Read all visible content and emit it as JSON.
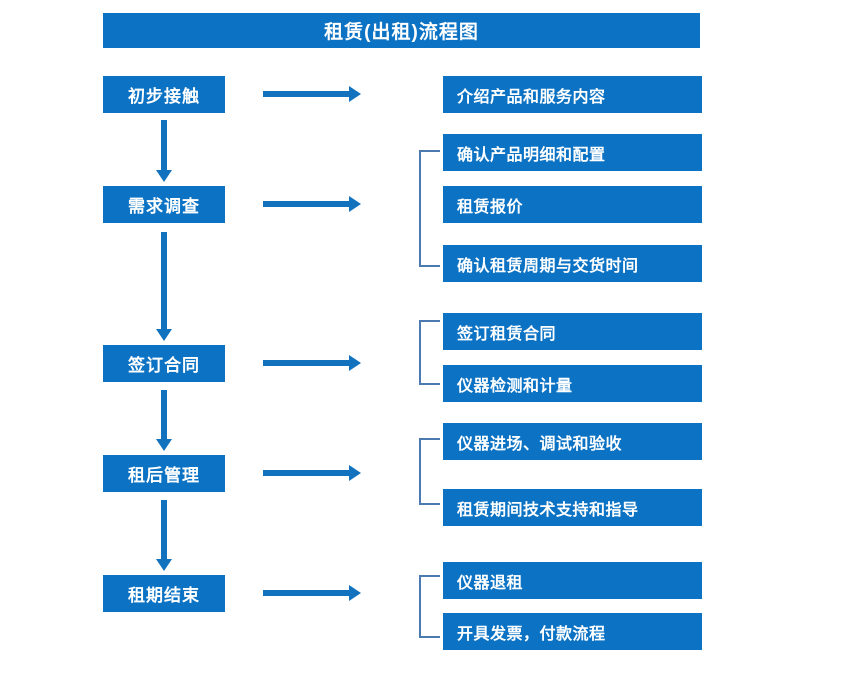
{
  "chart_data": {
    "type": "diagram",
    "title": "租赁(出租)流程图",
    "diagram_kind": "flowchart",
    "orientation": "vertical-stages-with-horizontal-details",
    "stages": [
      {
        "id": "stage-1",
        "label": "初步接触",
        "details": [
          "介绍产品和服务内容"
        ],
        "bracketed": false
      },
      {
        "id": "stage-2",
        "label": "需求调查",
        "details": [
          "确认产品明细和配置",
          "租赁报价",
          "确认租赁周期与交货时间"
        ],
        "bracketed": true
      },
      {
        "id": "stage-3",
        "label": "签订合同",
        "details": [
          "签订租赁合同",
          "仪器检测和计量"
        ],
        "bracketed": true
      },
      {
        "id": "stage-4",
        "label": "租后管理",
        "details": [
          "仪器进场、调试和验收",
          "租赁期间技术支持和指导"
        ],
        "bracketed": true
      },
      {
        "id": "stage-5",
        "label": "租期结束",
        "details": [
          "仪器退租",
          "开具发票，付款流程"
        ],
        "bracketed": true
      }
    ]
  },
  "header": {
    "title": "租赁(出租)流程图"
  },
  "stages": [
    {
      "label": "初步接触"
    },
    {
      "label": "需求调查"
    },
    {
      "label": "签订合同"
    },
    {
      "label": "租后管理"
    },
    {
      "label": "租期结束"
    }
  ],
  "details": {
    "g1": [
      {
        "label": "介绍产品和服务内容"
      }
    ],
    "g2": [
      {
        "label": "确认产品明细和配置"
      },
      {
        "label": "租赁报价"
      },
      {
        "label": "确认租赁周期与交货时间"
      }
    ],
    "g3": [
      {
        "label": "签订租赁合同"
      },
      {
        "label": "仪器检测和计量"
      }
    ],
    "g4": [
      {
        "label": "仪器进场、调试和验收"
      },
      {
        "label": "租赁期间技术支持和指导"
      }
    ],
    "g5": [
      {
        "label": "仪器退租"
      },
      {
        "label": "开具发票，付款流程"
      }
    ]
  },
  "icons": {
    "flow_arrow_right": "arrow-right-icon",
    "flow_arrow_down": "arrow-down-icon",
    "group_bracket": "bracket-icon"
  },
  "colors": {
    "box_blue": "#0b72c4",
    "arrow_blue": "#1272bd",
    "bracket_blue": "#4a7ab0",
    "text_white": "#ffffff",
    "background": "#ffffff"
  }
}
